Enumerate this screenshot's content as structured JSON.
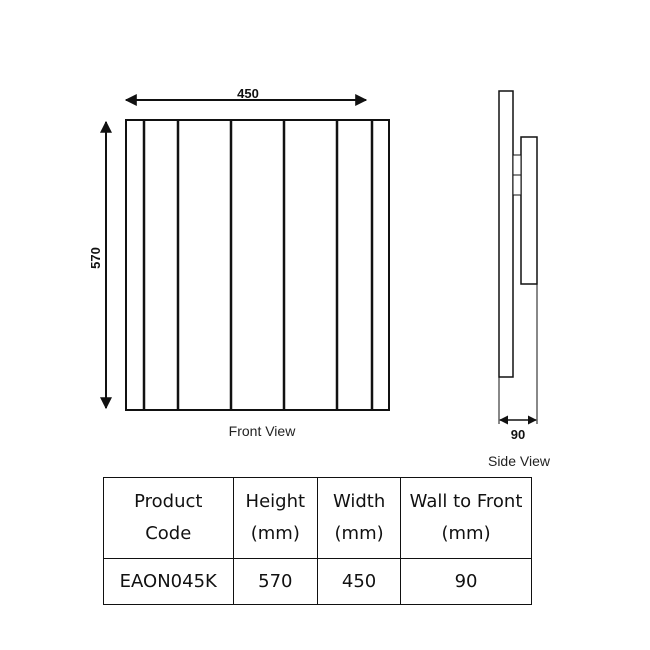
{
  "front_view": {
    "width_label": "450",
    "height_label": "570",
    "caption": "Front View"
  },
  "side_view": {
    "depth_label": "90",
    "caption": "Side View"
  },
  "spec_table": {
    "headers": [
      [
        "Product",
        "Code"
      ],
      [
        "Height",
        "(mm)"
      ],
      [
        "Width",
        "(mm)"
      ],
      [
        "Wall to Front",
        "(mm)"
      ]
    ],
    "rows": [
      [
        "EAON045K",
        "570",
        "450",
        "90"
      ]
    ]
  }
}
